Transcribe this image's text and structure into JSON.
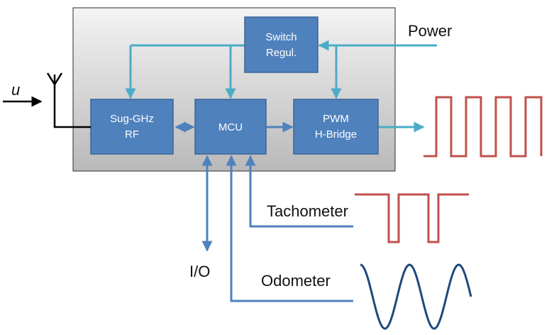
{
  "blocks": {
    "switch_regulator": {
      "line1": "Switch",
      "line2": "Regul."
    },
    "rf": {
      "line1": "Sug-GHz",
      "line2": "RF"
    },
    "mcu": {
      "label": "MCU"
    },
    "pwm": {
      "line1": "PWM",
      "line2": "H-Bridge"
    }
  },
  "labels": {
    "power": "Power",
    "input": "u",
    "tachometer": "Tachometer",
    "io": "I/O",
    "odometer": "Odometer"
  },
  "colors": {
    "enclosure_fill_light": "#f4f4f4",
    "enclosure_fill_dark": "#b9b9b9",
    "block_fill": "#4f81bd",
    "block_border": "#3a6696",
    "power_connector": "#4bacc6",
    "signal_connector": "#4f81bd",
    "pwm_waveform": "#c0504d",
    "tachometer_waveform": "#c0504d",
    "odometer_waveform": "#1f497d"
  }
}
